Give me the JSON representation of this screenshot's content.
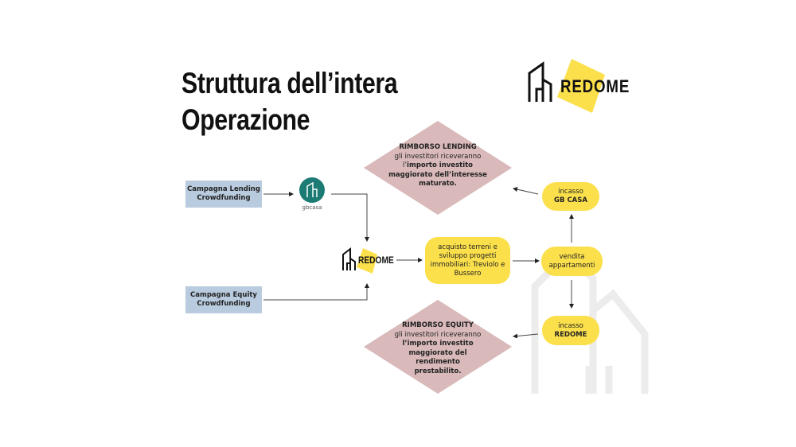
{
  "title": {
    "line1": "Struttura dell’intera",
    "line2": "Operazione"
  },
  "logo": {
    "text": "REDOME"
  },
  "gbcasa_logo": {
    "text": "gbcasa"
  },
  "campaign_lending": {
    "line1": "Campagna Lending",
    "line2": "Crowdfunding"
  },
  "campaign_equity": {
    "line1": "Campagna Equity",
    "line2": "Crowdfunding"
  },
  "redome_small": {
    "text": "REDOME"
  },
  "acquisto": {
    "line1": "acquisto terreni e",
    "line2": "sviluppo progetti",
    "line3": "immobiliari: Treviolo e",
    "line4": "Bussero"
  },
  "vendita": {
    "line1": "vendita",
    "line2": "appartamenti"
  },
  "incasso_gb": {
    "line1": "incasso",
    "line2": "GB CASA"
  },
  "incasso_redome": {
    "line1": "incasso",
    "line2": "REDOME"
  },
  "rimborso_lending": {
    "heading": "RIMBORSO LENDING",
    "line1": "gli investitori riceveranno",
    "line2_prefix": "l’",
    "line2_bold": "importo investito",
    "line3": "maggiorato dell’interesse",
    "line4": "maturato."
  },
  "rimborso_equity": {
    "heading": "RIMBORSO EQUITY",
    "line1": "gli investitori riceveranno",
    "line2": "l’importo investito",
    "line3": "maggiorato del",
    "line4": "rendimento",
    "line5": "prestabilito."
  },
  "colors": {
    "yellow": "#fbe04c",
    "diamond": "#d9b9b9",
    "box": "#b9cbde",
    "teal": "#1c7b74"
  }
}
